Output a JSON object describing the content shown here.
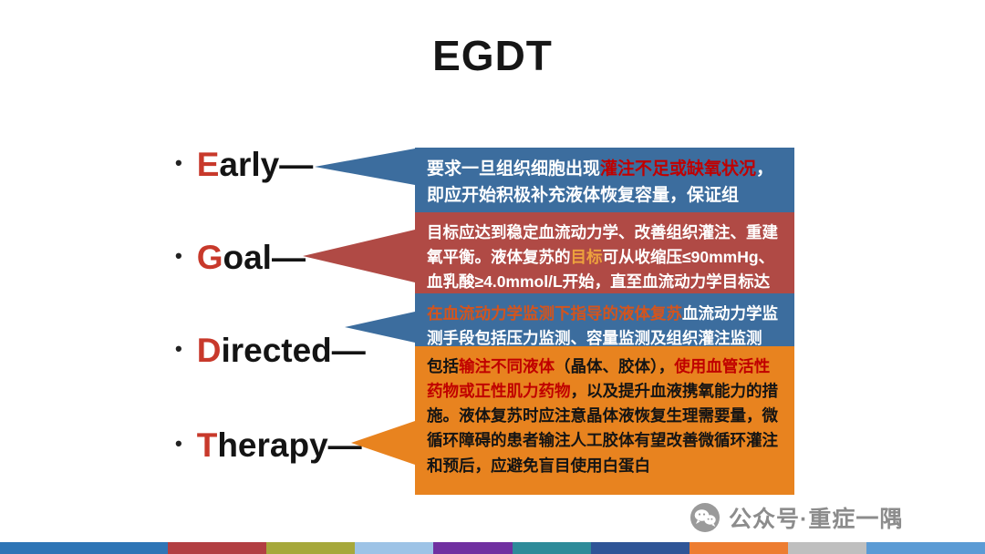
{
  "title": "EGDT",
  "bullets": [
    {
      "initial": "E",
      "rest": "arly—"
    },
    {
      "initial": "G",
      "rest": "oal—"
    },
    {
      "initial": "D",
      "rest": "irected—"
    },
    {
      "initial": "T",
      "rest": "herapy—"
    }
  ],
  "callouts": [
    {
      "id": "early",
      "runs": [
        {
          "text": "要求一旦组织细胞出现",
          "color": "#ffffff"
        },
        {
          "text": "灌注不足或缺氧状况",
          "color": "#c00000"
        },
        {
          "text": "，即应开始积极补充液体恢复容量，保证组",
          "color": "#ffffff"
        }
      ]
    },
    {
      "id": "goal",
      "runs": [
        {
          "text": "目标应达到稳定血流动力学、改善组织灌注、重建氧平衡。液体复苏的",
          "color": "#ffffff"
        },
        {
          "text": "目标",
          "color": "#eda13d"
        },
        {
          "text": "可从收缩压≤90mmHg、血乳酸≥4.0mmol/L开始，直至血流动力学目标达到",
          "color": "#ffffff"
        }
      ]
    },
    {
      "id": "directed",
      "runs": [
        {
          "text": "在血流动力学监测下指导的液体复苏",
          "color": "#d4541c"
        },
        {
          "text": "血流动力学监测手段包括压力监测、容量监测及组织灌注监测",
          "color": "#ffffff"
        }
      ]
    },
    {
      "id": "therapy",
      "runs": [
        {
          "text": "包括",
          "color": "#141414"
        },
        {
          "text": "输注不同液体",
          "color": "#c00000"
        },
        {
          "text": "（晶体、胶体），",
          "color": "#141414"
        },
        {
          "text": "使用血管活性药物或正性肌力药物",
          "color": "#c00000"
        },
        {
          "text": "，以及提升血液携氧能力的措施。液体复苏时应注意晶体液恢复生理需要量，微循环障碍的患者输注人工胶体有望改善微循环灌注和预后，应避免盲目使用白蛋白",
          "color": "#141414"
        }
      ]
    }
  ],
  "colors": {
    "accent_letter": "#c8392b",
    "box_blue": "#3c6d9e",
    "box_red": "#b04a45",
    "box_orange": "#e8831f",
    "highlight_dark_red": "#c00000",
    "highlight_orange": "#eda13d",
    "highlight_orange_red": "#d4541c",
    "watermark_gray": "#8c8c8c"
  },
  "watermark": {
    "text": "公众号·重症一隅"
  },
  "footer": {
    "segments": [
      {
        "color": "#2e75b6",
        "flex": 17
      },
      {
        "color": "#b23f42",
        "flex": 10
      },
      {
        "color": "#a6a83b",
        "flex": 9
      },
      {
        "color": "#9dc3e6",
        "flex": 8
      },
      {
        "color": "#7030a0",
        "flex": 8
      },
      {
        "color": "#2e8b99",
        "flex": 8
      },
      {
        "color": "#2f5597",
        "flex": 10
      },
      {
        "color": "#ed7d31",
        "flex": 10
      },
      {
        "color": "#bfbfbf",
        "flex": 8
      },
      {
        "color": "#5b9bd5",
        "flex": 12
      }
    ]
  }
}
